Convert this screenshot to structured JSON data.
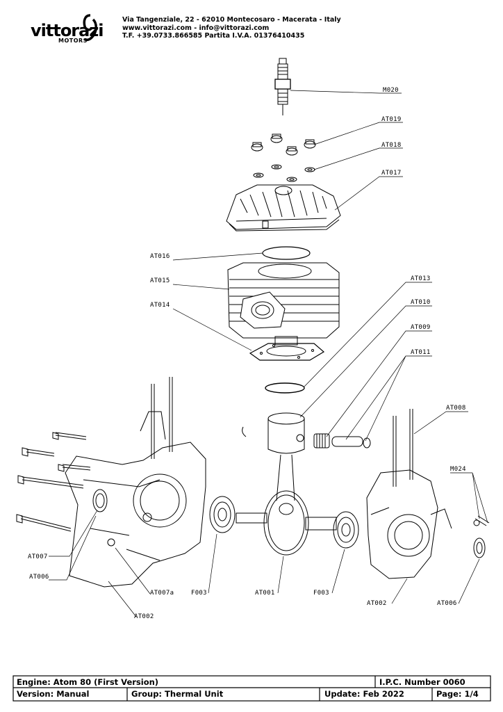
{
  "header": {
    "brand": "vittorazi",
    "brand_sub": "MOTORS",
    "address_lines": [
      "Via Tangenziale, 22 - 62010 Montecosaro - Macerata - Italy",
      "www.vittorazi.com - info@vittorazi.com",
      "T.F. +39.0733.866585 Partita I.V.A. 01376410435"
    ]
  },
  "callouts": {
    "M020": "M020",
    "AT019": "AT019",
    "AT018": "AT018",
    "AT017": "AT017",
    "AT016": "AT016",
    "AT015": "AT015",
    "AT014": "AT014",
    "AT013": "AT013",
    "AT010": "AT010",
    "AT009": "AT009",
    "AT011": "AT011",
    "AT008": "AT008",
    "M024": "M024",
    "AT007": "AT007",
    "AT006_left": "AT006",
    "AT007a": "AT007a",
    "AT002_left": "AT002",
    "F003_left": "F003",
    "AT001": "AT001",
    "F003_right": "F003",
    "AT002_right": "AT002",
    "AT006_right": "AT006"
  },
  "title_block": {
    "engine": "Engine: Atom 80 (First Version)",
    "ipc": "I.P.C. Number 0060",
    "version": "Version: Manual",
    "group": "Group: Thermal Unit",
    "update": "Update: Feb 2022",
    "page": "Page: 1/4"
  }
}
